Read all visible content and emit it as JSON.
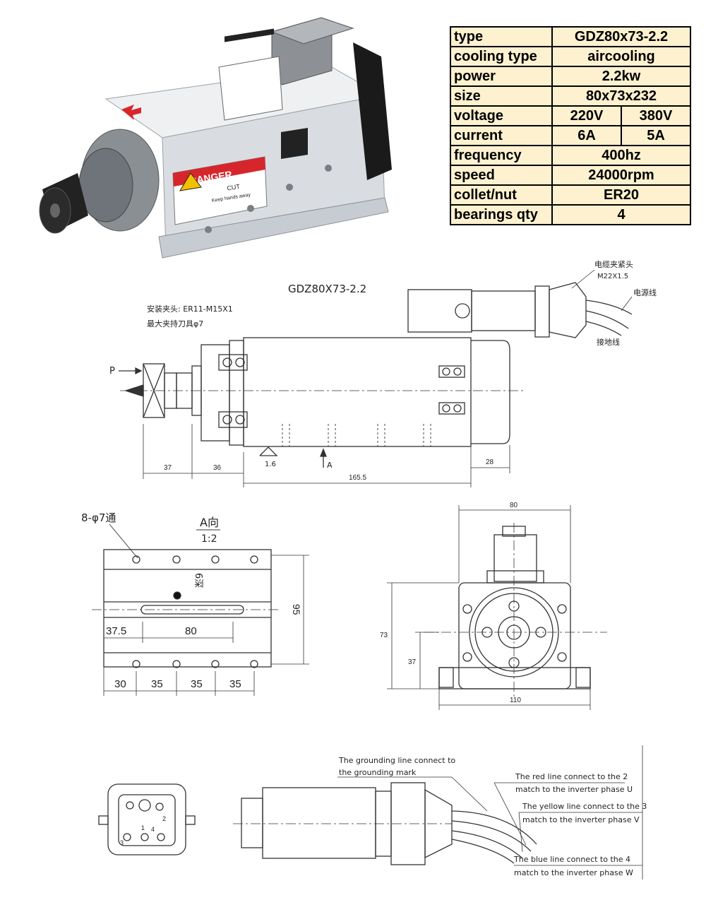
{
  "specs": {
    "rows": [
      {
        "label": "type",
        "value": "GDZ80x73-2.2"
      },
      {
        "label": "cooling type",
        "value": "aircooling"
      },
      {
        "label": "power",
        "value": "2.2kw"
      },
      {
        "label": "size",
        "value": "80x73x232"
      },
      {
        "label": "voltage",
        "value_a": "220V",
        "value_b": "380V"
      },
      {
        "label": "current",
        "value_a": "6A",
        "value_b": "5A"
      },
      {
        "label": "frequency",
        "value": "400hz"
      },
      {
        "label": "speed",
        "value": "24000rpm"
      },
      {
        "label": "collet/nut",
        "value": "ER20"
      },
      {
        "label": "bearings qty",
        "value": "4"
      }
    ]
  },
  "photo": {
    "danger_label": "DANGER",
    "cut_label": "CUT",
    "keep_hands_label": "Keep hands away"
  },
  "side_view": {
    "model": "GDZ80X73-2.2",
    "collet_note": "安装夹头: ER11-M15X1",
    "max_tool_note": "最大夹持刀具φ7",
    "cable_clamp": "电缆夹紧头",
    "thread": "M22X1.5",
    "power_line": "电源线",
    "ground_line": "接地线",
    "p_label": "P",
    "a_label": "A",
    "roughness": "1.6",
    "dims": {
      "d37": "37",
      "d36": "36",
      "d165": "165.5",
      "d28": "28"
    }
  },
  "bottom_view": {
    "holes_note": "8-φ7通",
    "view_label": "A向",
    "scale": "1:2",
    "depth_note": "6深",
    "dims": {
      "d95": "95",
      "d37_5": "37.5",
      "d80": "80",
      "d30": "30",
      "d35a": "35",
      "d35b": "35",
      "d35c": "35"
    }
  },
  "front_view": {
    "dims": {
      "w80": "80",
      "h73": "73",
      "h37": "37",
      "w110": "110"
    }
  },
  "connector": {
    "pins": [
      "1",
      "2",
      "3",
      "4"
    ],
    "ground_note_1": "The grounding line connect to",
    "ground_note_2": "the grounding mark",
    "red_1": "The red line connect to the 2",
    "red_2": "match to the inverter phase U",
    "yellow_1": "The yellow line connect to the 3",
    "yellow_2": "match to the inverter phase V",
    "blue_1": "The blue line connect to the 4",
    "blue_2": "match to the inverter phase W"
  },
  "colors": {
    "table_bg": "#fdf1cf",
    "danger_red": "#d7262b",
    "body_silver": "#d9dde2"
  }
}
